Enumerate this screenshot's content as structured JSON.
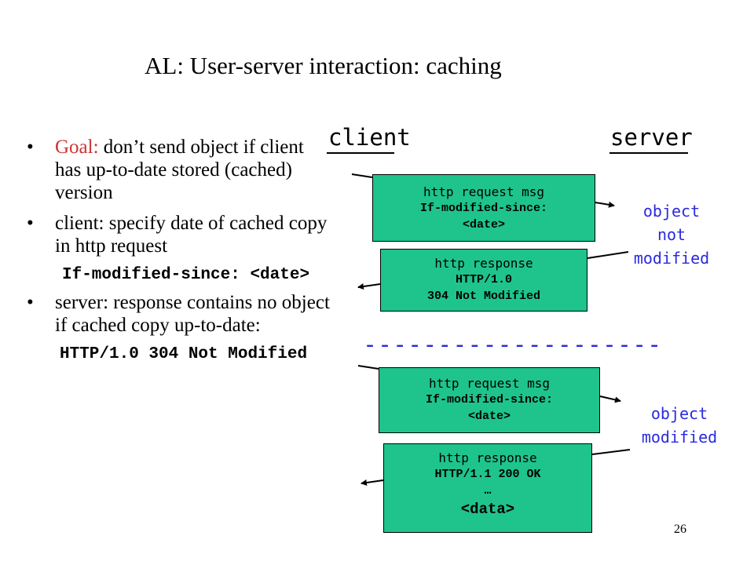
{
  "title": "AL: User-server interaction: caching",
  "bullets": {
    "goal_label": "Goal:",
    "goal_text": " don’t send object if client has up-to-date stored (cached) version",
    "client_text": "client: specify date of cached copy in http request",
    "client_code": "If-modified-since: <date>",
    "server_text": "server: response contains no object if cached copy up-to-date:",
    "server_code": "HTTP/1.0 304 Not Modified"
  },
  "diagram": {
    "client_label": "client",
    "server_label": "server",
    "separator": "--------------------",
    "top": {
      "request": {
        "line1": "http request msg",
        "line2": "If-modified-since:",
        "line3": "<date>"
      },
      "response": {
        "line1": "http response",
        "line2": "HTTP/1.0",
        "line3": "304 Not Modified"
      },
      "status": [
        "object",
        "not",
        "modified"
      ]
    },
    "bottom": {
      "request": {
        "line1": "http request msg",
        "line2": "If-modified-since:",
        "line3": "<date>"
      },
      "response": {
        "line1": "http response",
        "line2": "HTTP/1.1 200 OK",
        "line3": "…",
        "line4": "<data>"
      },
      "status": [
        "object",
        "modified"
      ]
    },
    "colors": {
      "box": "#1ec48c",
      "status_text": "#2a2ae0",
      "goal": "#cc3333"
    }
  },
  "page_number": "26"
}
